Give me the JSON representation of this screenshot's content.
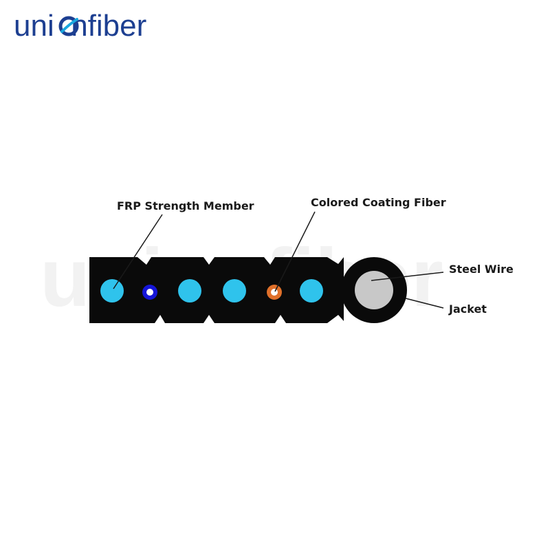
{
  "brand": {
    "logo_text": "unionfiber",
    "logo_part_1": "uni",
    "logo_part_2": "nfiber",
    "color": "#1d3f91",
    "accent": "#19a7df"
  },
  "watermark": {
    "text": "unionfiber"
  },
  "labels": {
    "frp": "FRP Strength Member",
    "colored_fiber": "Colored Coating Fiber",
    "steel_wire": "Steel Wire",
    "jacket": "Jacket"
  },
  "colors": {
    "jacket": "#0a0a0a",
    "frp": "#2fc3ec",
    "fiber_blue": "#1515d8",
    "fiber_orange": "#e0702a",
    "steel": "#c8c8c8",
    "leader_line": "#1a1a1a"
  }
}
